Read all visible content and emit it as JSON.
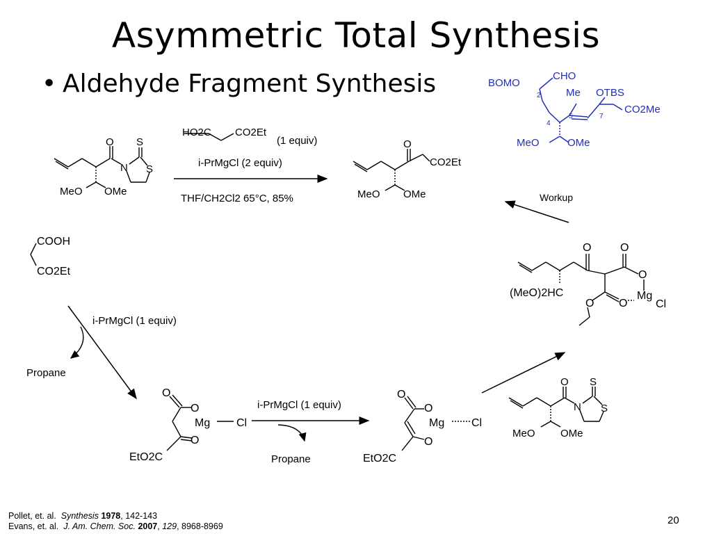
{
  "title": "Asymmetric Total Synthesis",
  "bullet": "Aldehyde Fragment Synthesis",
  "target": {
    "labels": {
      "bomo": "BOMO",
      "cho": "CHO",
      "me": "Me",
      "otbs": "OTBS",
      "co2me": "CO2Me",
      "meo": "MeO",
      "ome": "OMe",
      "c2": "2",
      "c4": "4",
      "c5": "5",
      "c7": "7"
    },
    "color": "#1f2fb8"
  },
  "reagents": {
    "top_acid": "HO2C",
    "top_ester": "CO2Et",
    "top_equiv": "(1 equiv)",
    "top_grignard": "i-PrMgCl (2 equiv)",
    "top_conditions": "THF/CH2Cl2 65°C, 85%",
    "workup": "Workup",
    "left_grignard": "i-PrMgCl (1 equiv)",
    "propane_left": "Propane",
    "mid_grignard": "i-PrMgCl (1 equiv)",
    "propane_mid": "Propane"
  },
  "atoms": {
    "o": "O",
    "s": "S",
    "n": "N",
    "meo": "MeO",
    "ome": "OMe",
    "co2et": "CO2Et",
    "cooh": "COOH",
    "mg": "Mg",
    "cl": "Cl",
    "eto2c": "EtO2C",
    "meo2hc": "(MeO)2HC"
  },
  "references": [
    {
      "authors": "Pollet, et. al.",
      "journal": "Synthesis",
      "year": "1978",
      "volume": "",
      "pages": ", 142-143"
    },
    {
      "authors": "Evans, et. al.",
      "journal": "J. Am. Chem. Soc.",
      "year": "2007",
      "volume": "129",
      "pages": ", 8968-8969"
    }
  ],
  "page_number": "20"
}
